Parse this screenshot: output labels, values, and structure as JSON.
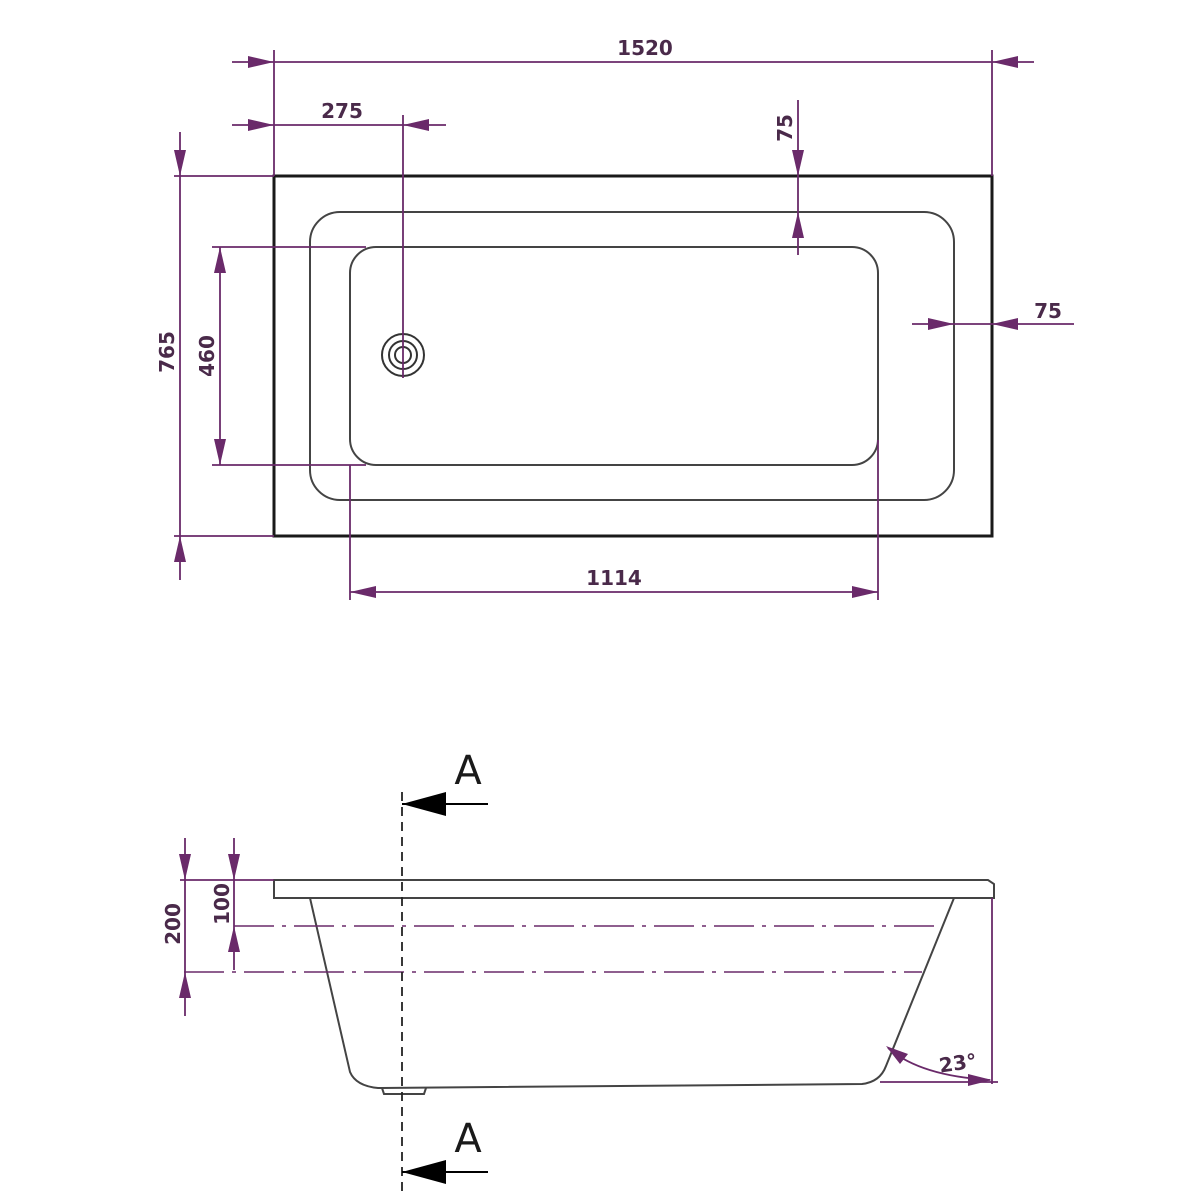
{
  "plan_view": {
    "dimensions": {
      "overall_length": "1520",
      "waste_offset": "275",
      "rim_top": "75",
      "rim_side": "75",
      "overall_width": "765",
      "base_width": "460",
      "base_length": "1114"
    }
  },
  "side_view": {
    "section_label_top": "A",
    "section_label_bottom": "A",
    "dimensions": {
      "depth_200": "200",
      "depth_100": "100",
      "wall_angle": "23°"
    }
  },
  "colors": {
    "dimension": "#6a2a6a",
    "outline": "#1a1a1a",
    "background": "#ffffff"
  }
}
